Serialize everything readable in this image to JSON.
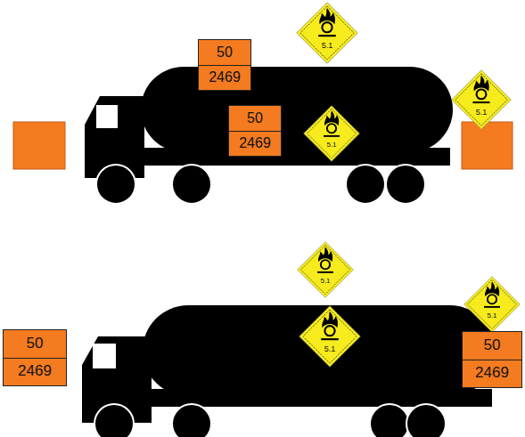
{
  "diagram": {
    "nodes": [
      {
        "text": [
          "5.1"
        ]
      },
      {
        "text": [
          "50",
          "2469"
        ]
      },
      {
        "text": [
          "5.1"
        ]
      },
      {
        "text": [
          "50",
          "2469"
        ]
      },
      {
        "text": [
          "5.1"
        ]
      },
      {
        "text": [
          "5.1"
        ]
      },
      {
        "text": [
          "5.1"
        ]
      },
      {
        "text": [
          "5.1"
        ]
      },
      {
        "text": [
          "50",
          "2469"
        ]
      },
      {
        "text": [
          "50",
          "2469"
        ]
      }
    ]
  }
}
